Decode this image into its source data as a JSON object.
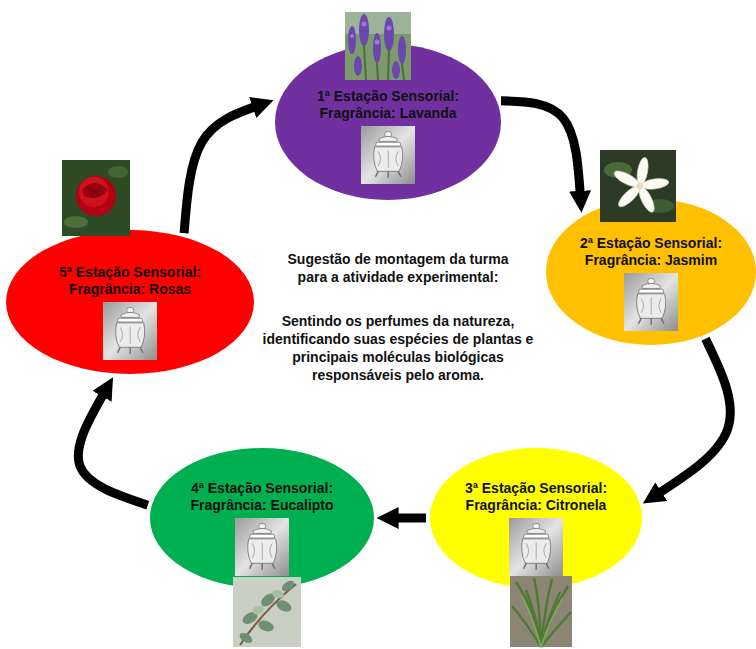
{
  "diagram": {
    "nodes": [
      {
        "text": [
          "1ª Estação Sensorial:",
          "Fragrância: Lavanda"
        ]
      },
      {
        "text": [
          "2ª Estação Sensorial:",
          "Fragrância: Jasmim"
        ]
      },
      {
        "text": [
          "3ª Estação Sensorial:",
          "Fragrância: Citronela"
        ]
      },
      {
        "text": [
          "4ª Estação Sensorial:",
          "Fragrância: Eucalipto"
        ]
      },
      {
        "text": [
          "5ª Estação Sensorial:",
          "Fragrância: Rosas"
        ]
      }
    ],
    "edges": [
      {
        "from": 0,
        "to": 1,
        "arrow": "to"
      },
      {
        "from": 1,
        "to": 2,
        "arrow": "to"
      },
      {
        "from": 2,
        "to": 3,
        "arrow": "to"
      },
      {
        "from": 3,
        "to": 4,
        "arrow": "to"
      },
      {
        "from": 4,
        "to": 0,
        "arrow": "to"
      }
    ],
    "labels": [
      "Sugestão de montagem da turma para a atividade experimental:",
      "Sentindo os perfumes da natureza, identificando suas espécies de plantas e principais moléculas biológicas responsáveis pelo aroma."
    ]
  }
}
